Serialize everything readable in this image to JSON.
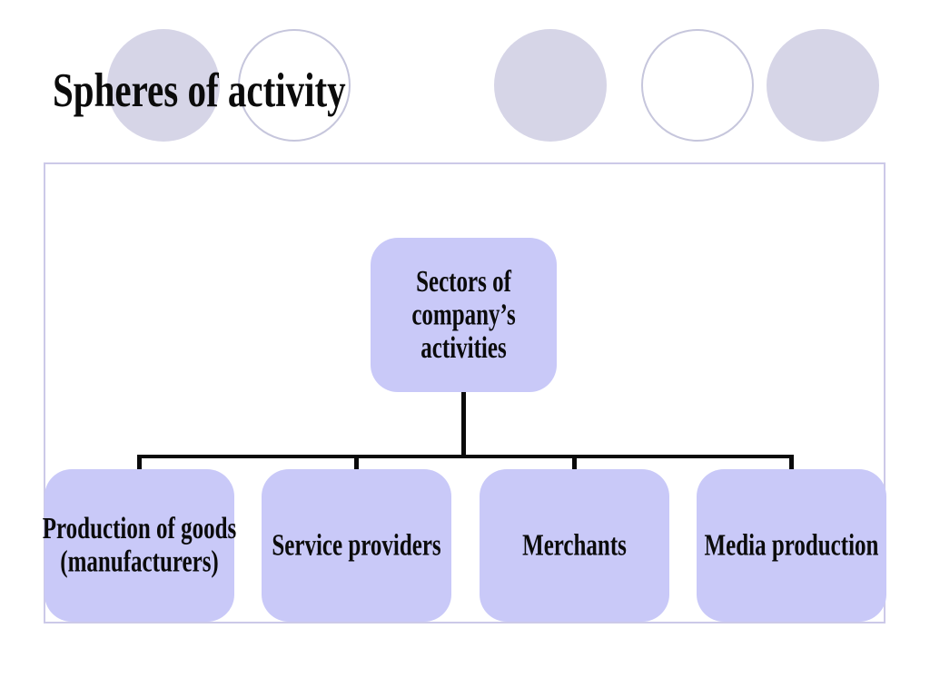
{
  "slide": {
    "title": "Spheres of activity",
    "colors": {
      "node_fill": "#c9c9f8",
      "decor_circle_fill": "#d6d5e7",
      "decor_circle_stroke": "#c6c6dc",
      "panel_border": "#ccc9e8",
      "connector_line": "#0a0a0a",
      "text": "#0b0b0b",
      "background": "#ffffff"
    },
    "decor": {
      "circles": [
        {
          "style": "filled"
        },
        {
          "style": "outline"
        },
        {
          "style": "filled"
        },
        {
          "style": "outline"
        },
        {
          "style": "filled"
        }
      ]
    }
  },
  "diagram": {
    "type": "org-chart",
    "root": {
      "label": "Sectors of company’s activities"
    },
    "children": [
      {
        "label": "Production of goods (manufacturers)"
      },
      {
        "label": "Service providers"
      },
      {
        "label": "Merchants"
      },
      {
        "label": "Media production"
      }
    ]
  }
}
